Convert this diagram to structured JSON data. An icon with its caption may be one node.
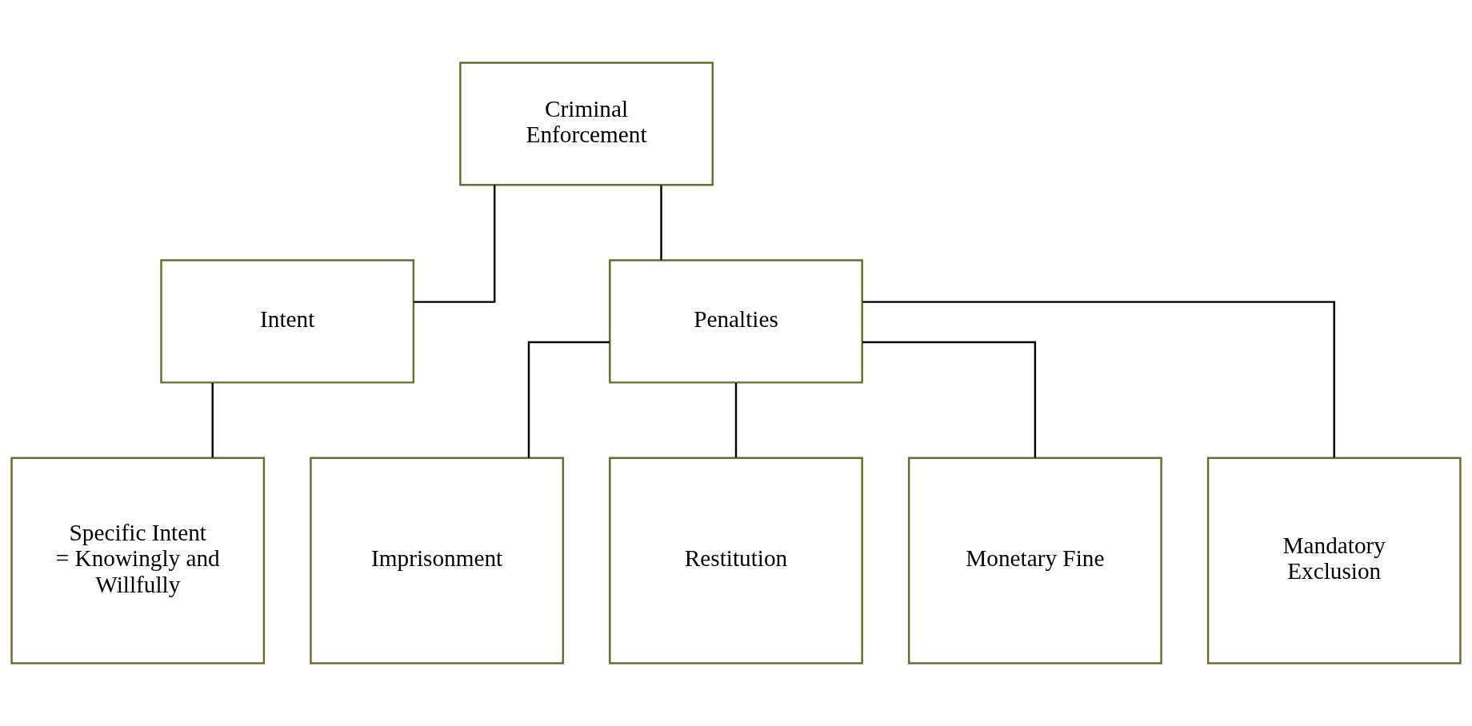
{
  "diagram": {
    "nodes": [
      {
        "text": [
          "Criminal Enforcement"
        ]
      },
      {
        "text": [
          "Intent"
        ]
      },
      {
        "text": [
          "Penalties"
        ]
      },
      {
        "text": [
          "Specific Intent = Knowingly and Willfully"
        ]
      },
      {
        "text": [
          "Imprisonment"
        ]
      },
      {
        "text": [
          "Restitution"
        ]
      },
      {
        "text": [
          "Monetary Fine"
        ]
      },
      {
        "text": [
          "Mandatory Exclusion"
        ]
      }
    ],
    "edges": [
      {
        "from": 0,
        "to": 1,
        "arrow": "none"
      },
      {
        "from": 0,
        "to": 2,
        "arrow": "none"
      },
      {
        "from": 1,
        "to": 3,
        "arrow": "none"
      },
      {
        "from": 2,
        "to": 4,
        "arrow": "none"
      },
      {
        "from": 2,
        "to": 5,
        "arrow": "none"
      },
      {
        "from": 2,
        "to": 6,
        "arrow": "none"
      },
      {
        "from": 2,
        "to": 7,
        "arrow": "none"
      }
    ]
  }
}
